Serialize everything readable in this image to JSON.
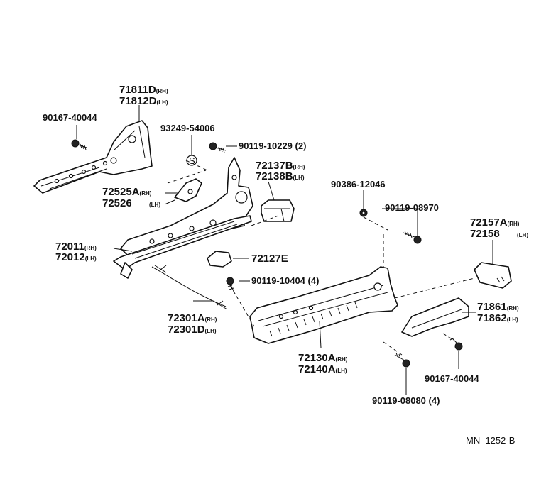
{
  "parts": {
    "p71811": {
      "number": "71811D",
      "side": "(RH)"
    },
    "p71812": {
      "number": "71812D",
      "side": "(LH)"
    },
    "p90167a": {
      "number": "90167-40044"
    },
    "p93249": {
      "number": "93249-54006"
    },
    "p90119a": {
      "number": "90119-10229 (2)"
    },
    "p72137": {
      "number": "72137B",
      "side": "(RH)"
    },
    "p72138": {
      "number": "72138B",
      "side": "(LH)"
    },
    "p72525": {
      "number": "72525A",
      "side": "(RH)"
    },
    "p72526": {
      "number": "72526",
      "side": "(LH)"
    },
    "p90386": {
      "number": "90386-12046"
    },
    "p90119b": {
      "number": "90119-08970"
    },
    "p72157": {
      "number": "72157A",
      "side": "(RH)"
    },
    "p72158": {
      "number": "72158",
      "side": "(LH)"
    },
    "p72011": {
      "number": "72011",
      "side": "(RH)"
    },
    "p72012": {
      "number": "72012",
      "side": "(LH)"
    },
    "p72127": {
      "number": "72127E"
    },
    "p90119c": {
      "number": "90119-10404 (4)"
    },
    "p71861": {
      "number": "71861",
      "side": "(RH)"
    },
    "p71862": {
      "number": "71862",
      "side": "(LH)"
    },
    "p72301a": {
      "number": "72301A",
      "side": "(RH)"
    },
    "p72301d": {
      "number": "72301D",
      "side": "(LH)"
    },
    "p72130": {
      "number": "72130A",
      "side": "(RH)"
    },
    "p72140": {
      "number": "72140A",
      "side": "(LH)"
    },
    "p90167b": {
      "number": "90167-40044"
    },
    "p90119d": {
      "number": "90119-08080 (4)"
    }
  },
  "seal_marker": "S",
  "reference": "MN  1252-B"
}
